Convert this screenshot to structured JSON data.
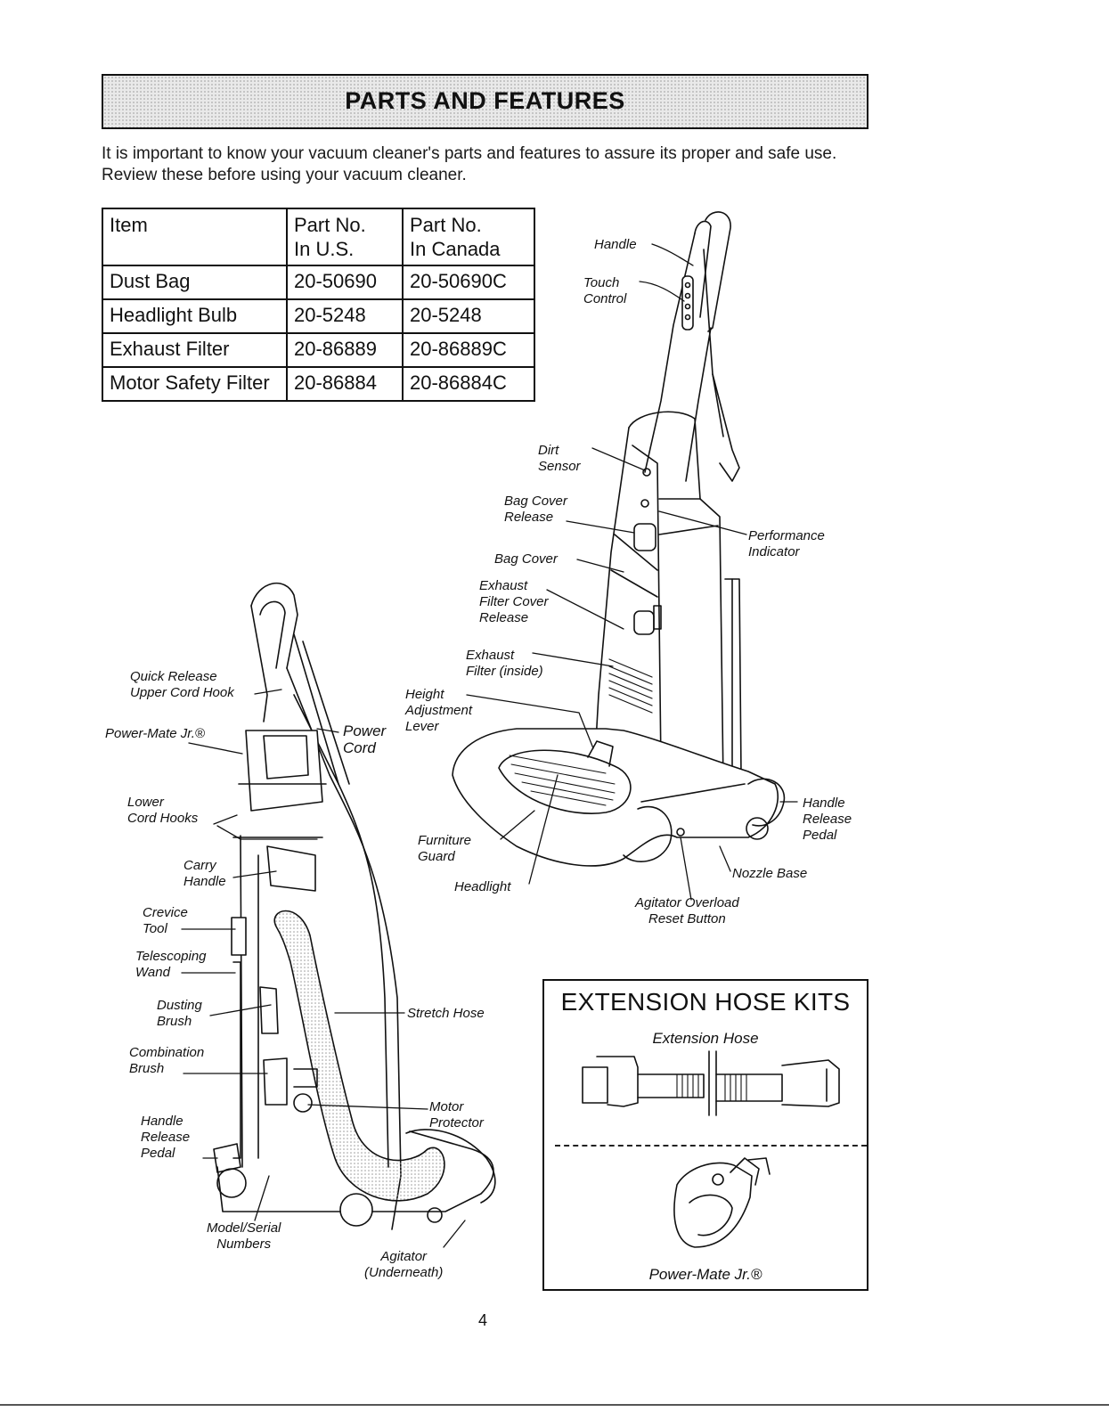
{
  "header": {
    "title": "PARTS AND FEATURES"
  },
  "intro": "It is important to know your vacuum cleaner's parts and features to assure its proper and safe use. Review these before using your vacuum cleaner.",
  "parts_table": {
    "headers": [
      "Item",
      "Part No.\nIn U.S.",
      "Part No.\nIn Canada"
    ],
    "rows": [
      [
        "Dust Bag",
        "20-50690",
        "20-50690C"
      ],
      [
        "Headlight Bulb",
        "20-5248",
        "20-5248"
      ],
      [
        "Exhaust Filter",
        "20-86889",
        "20-86889C"
      ],
      [
        "Motor Safety Filter",
        "20-86884",
        "20-86884C"
      ]
    ]
  },
  "labels": {
    "handle": "Handle",
    "touch_control": "Touch\nControl",
    "dirt_sensor": "Dirt\nSensor",
    "bag_cover_release": "Bag Cover\nRelease",
    "performance_indicator": "Performance\nIndicator",
    "bag_cover": "Bag Cover",
    "exhaust_filter_cover_release": "Exhaust\nFilter Cover\nRelease",
    "exhaust_filter_inside": "Exhaust\nFilter (inside)",
    "height_adjustment_lever": "Height\nAdjustment\nLever",
    "handle_release_pedal_right": "Handle\nRelease\nPedal",
    "furniture_guard": "Furniture\nGuard",
    "headlight": "Headlight",
    "nozzle_base": "Nozzle Base",
    "agitator_overload": "Agitator Overload\nReset Button",
    "quick_release": "Quick Release\nUpper Cord Hook",
    "power_mate": "Power-Mate Jr.®",
    "power_cord": "Power\nCord",
    "lower_cord_hooks": "Lower\nCord Hooks",
    "carry_handle": "Carry\nHandle",
    "crevice_tool": "Crevice\nTool",
    "telescoping_wand": "Telescoping\nWand",
    "dusting_brush": "Dusting\nBrush",
    "stretch_hose": "Stretch Hose",
    "combination_brush": "Combination\nBrush",
    "motor_protector": "Motor\nProtector",
    "handle_release_pedal_left": "Handle\nRelease\nPedal",
    "model_serial": "Model/Serial\nNumbers",
    "agitator": "Agitator\n(Underneath)"
  },
  "kits": {
    "title": "EXTENSION HOSE KITS",
    "hose_label": "Extension Hose",
    "powermate_label": "Power-Mate Jr.®"
  },
  "page_number": "4"
}
